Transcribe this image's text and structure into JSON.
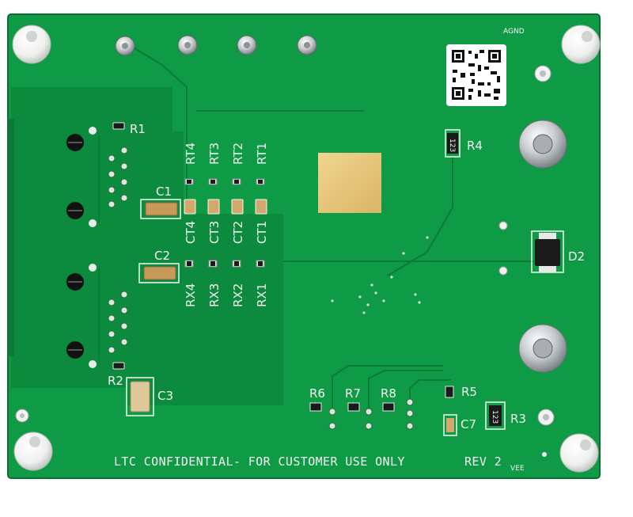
{
  "board": {
    "footer_text": "LTC CONFIDENTIAL- FOR CUSTOMER USE ONLY",
    "revision": "REV 2",
    "corner_labels": {
      "top_right": "AGND",
      "bottom_right": "VEE"
    },
    "qr_code": "qr-code"
  },
  "components": {
    "R1": "R1",
    "R2": "R2",
    "R3": "R3",
    "R4": "R4",
    "R5": "R5",
    "R6": "R6",
    "R7": "R7",
    "R8": "R8",
    "C1": "C1",
    "C2": "C2",
    "C3": "C3",
    "C7": "C7",
    "D2": "D2",
    "RT": [
      "RT4",
      "RT3",
      "RT2",
      "RT1"
    ],
    "CT": [
      "CT4",
      "CT3",
      "CT2",
      "CT1"
    ],
    "RX": [
      "RX4",
      "RX3",
      "RX2",
      "RX1"
    ],
    "res_marking": "123"
  },
  "colors": {
    "pcb_green": "#0f9a45",
    "pour_green": "#0c8a3d",
    "silkscreen": "#f4f6f4",
    "gold_pad": "#e9c87a"
  }
}
